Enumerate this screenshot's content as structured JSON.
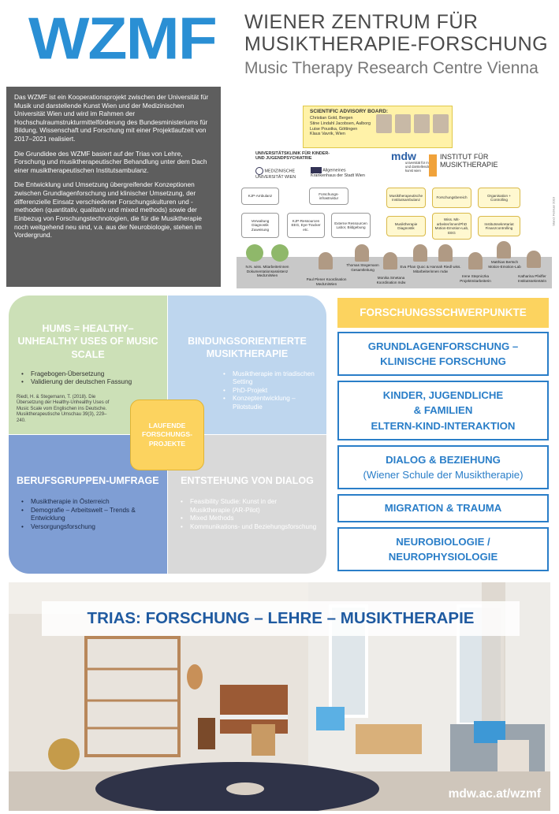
{
  "header": {
    "logo": "WZMF",
    "title_line1": "WIENER ZENTRUM FÜR",
    "title_line2": "MUSIKTHERAPIE-FORSCHUNG",
    "title_line3": "Music Therapy Research Centre Vienna"
  },
  "intro": {
    "p1": "Das WZMF ist ein Kooperationsprojekt zwischen der Universität für Musik und darstellende Kunst Wien und der Medizinischen Universität Wien und wird im Rahmen der Hochschulraumstrukturmittelförderung des Bundesministeriums für Bildung, Wissenschaft und Forschung mit einer Projektlaufzeit von 2017–2021 realisiert.",
    "p2": "Die Grundidee des WZMF basiert auf der Trias von Lehre, Forschung und musiktherapeutischer Behandlung unter dem Dach einer musiktherapeutischen Institutsambulanz.",
    "p3": "Die Entwicklung und Umsetzung übergreifender Konzeptionen zwischen Grundlagenforschung und klinischer Umsetzung, der differenzielle Einsatz verschiedener Forschungskulturen und -methoden (quantitativ, qualitativ und mixed methods) sowie der Einbezug von Forschungstechnologien, die für die Musiktherapie noch weitgehend neu sind, v.a. aus der Neurobiologie, stehen im Vordergrund."
  },
  "org": {
    "advisory_title": "SCIENTIFIC ADVISORY BOARD:",
    "advisory_names": [
      "Christian Gold, Bergen",
      "Stine Lindahl Jacobsen, Aalborg",
      "Luise Poustka, Göttingen",
      "Klaus Vavrik, Wien"
    ],
    "klinik_line1": "UNIVERSITÄTSKLINIK FÜR KINDER-",
    "klinik_line2": "UND JUGENDPSYCHIATRIE",
    "meduni": "MEDIZINISCHE UNIVERSITÄT WIEN",
    "akh": "Allgemeines Krankenhaus der Stadt Wien",
    "mdw": "mdw",
    "mdw_sub": "universität für musik und darstellende kunst wien",
    "imt_line1": "INSTITUT FÜR",
    "imt_line2": "MUSIKTHERAPIE",
    "boxes": {
      "kjp_ambulanz": "KJP-Ambulanz",
      "forschungsinfra": "Forschungs-infrastruktur",
      "verwaltung": "Verwaltung Diagnostik Zuweisung",
      "kjp_ressourcen": "KJP-Ressourcen EEG, Eye-Tracker etc.",
      "externe": "Externe Ressourcen Labor, Bildgebung",
      "mt_ambulanz": "Musiktherapeutische Institutsambulanz",
      "forschungsbereich": "Forschungsbereich",
      "organisation": "Organisation + Controlling",
      "mt_diagnostik": "Musiktherapie Diagnostik",
      "wiss_mit": "Wiss. Mit-arbeiter/innen/PhD Motion-Emotion-Lab, EEG",
      "institutssek": "Institutssekretariat Finanzcontrolling"
    },
    "people": [
      {
        "name": "N.N. wiss. Mitarbeiterinnen Dokumentationsassistenz MedUniWien"
      },
      {
        "name": "Paul Plener Koordination MedUniWien"
      },
      {
        "name": "Thomas Stegemann Gesamtleitung"
      },
      {
        "name": "Monika Smetana Koordination mdw"
      },
      {
        "name": "Eva Phan Quoc & Hannah Riedl wiss. Mitarbeiterinnen mdw"
      },
      {
        "name": "Irene Stepniczka Projektmitarbeiterin"
      },
      {
        "name": "Matthias Bertsch Motion-Emotion-Lab"
      },
      {
        "name": "Katharina Pfeiffer Institutssekretärin"
      }
    ],
    "stand": "Stand: Februar 2019"
  },
  "quadrant": {
    "q1": {
      "title": "HUMS = HEALTHY–UNHEALTHY USES OF MUSIC SCALE",
      "items": [
        "Fragebogen-Übersetzung",
        "Validierung der deutschen Fassung"
      ],
      "ref": "Riedl, H. & Stegemann, T. (2018). Die Übersetzung der Healthy-Unhealthy Uses of Music Scale vom Englischen ins Deutsche. Musiktherapeutische Umschau 39(3), 229–240."
    },
    "q2": {
      "title": "BINDUNGSORIENTIERTE MUSIKTHERAPIE",
      "items": [
        "Musiktherapie im triadischen Setting",
        "PhD-Projekt",
        "Konzeptentwicklung – Pilotstudie"
      ]
    },
    "q3": {
      "title": "BERUFSGRUPPEN-UMFRAGE",
      "items": [
        "Musiktherapie in Österreich",
        "Demografie – Arbeitswelt – Trends & Entwicklung",
        "Versorgungsforschung"
      ]
    },
    "q4": {
      "title": "ENTSTEHUNG VON DIALOG",
      "items": [
        "Feasibility Studie: Kunst in der Musiktherapie (AR-Pilot)",
        "Mixed Methods",
        "Kommunikations- und Beziehungsforschung"
      ]
    },
    "center": "LAUFENDE FORSCHUNGS-PROJEKTE"
  },
  "schwerpunkte": {
    "heading": "FORSCHUNGSSCHWERPUNKTE",
    "b1_line1": "GRUNDLAGENFORSCHUNG –",
    "b1_line2": "KLINISCHE FORSCHUNG",
    "b2_line1": "KINDER, JUGENDLICHE",
    "b2_line2": "& FAMILIEN",
    "b2_line3": "ELTERN-KIND-INTERAKTION",
    "b3_line1": "DIALOG & BEZIEHUNG",
    "b3_line2": "(Wiener Schule der Musiktherapie)",
    "b4": "MIGRATION & TRAUMA",
    "b5_line1": "NEUROBIOLOGIE /",
    "b5_line2": "NEUROPHYSIOLOGIE"
  },
  "photo": {
    "trias": "TRIAS: FORSCHUNG – LEHRE – MUSIKTHERAPIE",
    "url": "mdw.ac.at/wzmf"
  },
  "colors": {
    "brand_blue": "#2a8fd4",
    "accent_yellow": "#fcd35f",
    "box_blue": "#2a7ec8"
  }
}
